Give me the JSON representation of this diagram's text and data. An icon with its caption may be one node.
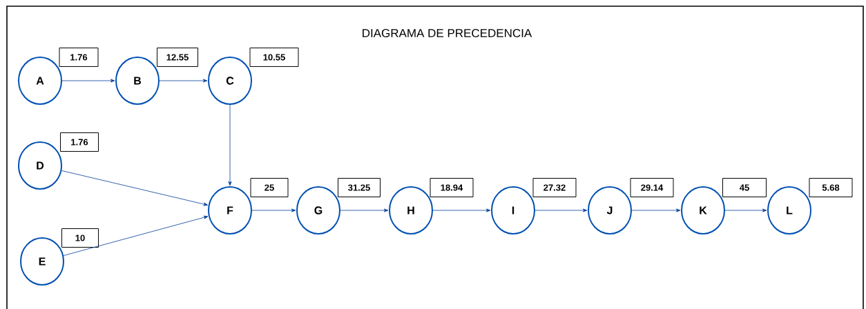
{
  "diagram": {
    "title": "DIAGRAMA DE PRECEDENCIA",
    "nodes": [
      {
        "text": [
          "A"
        ],
        "beside": [
          "1.76"
        ]
      },
      {
        "text": [
          "B"
        ],
        "beside": [
          "12.55"
        ]
      },
      {
        "text": [
          "C"
        ],
        "beside": [
          "10.55"
        ]
      },
      {
        "text": [
          "D"
        ],
        "beside": [
          "1.76"
        ]
      },
      {
        "text": [
          "E"
        ],
        "beside": [
          "10"
        ]
      },
      {
        "text": [
          "F"
        ],
        "beside": [
          "25"
        ]
      },
      {
        "text": [
          "G"
        ],
        "beside": [
          "31.25"
        ]
      },
      {
        "text": [
          "H"
        ],
        "beside": [
          "18.94"
        ]
      },
      {
        "text": [
          "I"
        ],
        "beside": [
          "27.32"
        ]
      },
      {
        "text": [
          "J"
        ],
        "beside": [
          "29.14"
        ]
      },
      {
        "text": [
          "K"
        ],
        "beside": [
          "45"
        ]
      },
      {
        "text": [
          "L"
        ],
        "beside": [
          "5.68"
        ]
      }
    ],
    "edges": [
      {
        "from": 0,
        "to": 1,
        "arrow": "to"
      },
      {
        "from": 1,
        "to": 2,
        "arrow": "to"
      },
      {
        "from": 2,
        "to": 5,
        "arrow": "to"
      },
      {
        "from": 3,
        "to": 5,
        "arrow": "to"
      },
      {
        "from": 4,
        "to": 5,
        "arrow": "to"
      },
      {
        "from": 5,
        "to": 6,
        "arrow": "to"
      },
      {
        "from": 6,
        "to": 7,
        "arrow": "to"
      },
      {
        "from": 7,
        "to": 8,
        "arrow": "to"
      },
      {
        "from": 8,
        "to": 9,
        "arrow": "to"
      },
      {
        "from": 9,
        "to": 10,
        "arrow": "to"
      },
      {
        "from": 10,
        "to": 11,
        "arrow": "to"
      }
    ]
  }
}
